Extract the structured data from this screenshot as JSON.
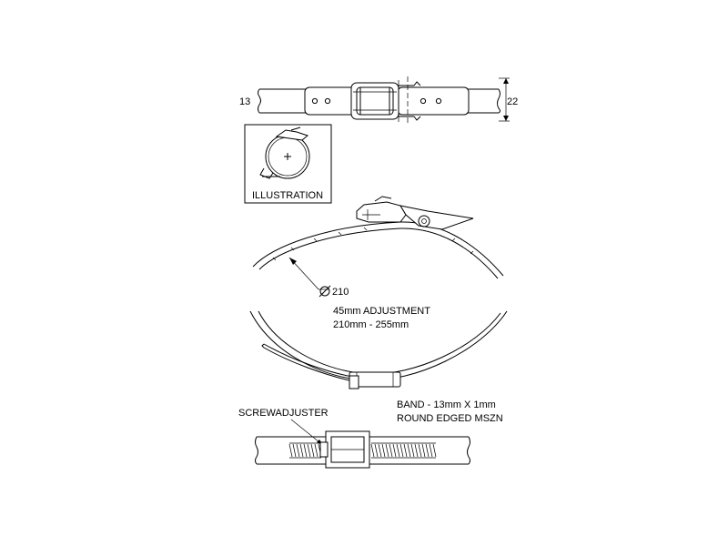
{
  "dims": {
    "band_width": "13",
    "buckle_width": "22",
    "diameter": "210"
  },
  "labels": {
    "illustration": "ILLUSTRATION",
    "adjustment_line1": "45mm ADJUSTMENT",
    "adjustment_line2": "210mm - 255mm",
    "screw_adjuster": "SCREWADJUSTER",
    "band_line1": "BAND - 13mm X 1mm",
    "band_line2": "ROUND EDGED MSZN"
  }
}
